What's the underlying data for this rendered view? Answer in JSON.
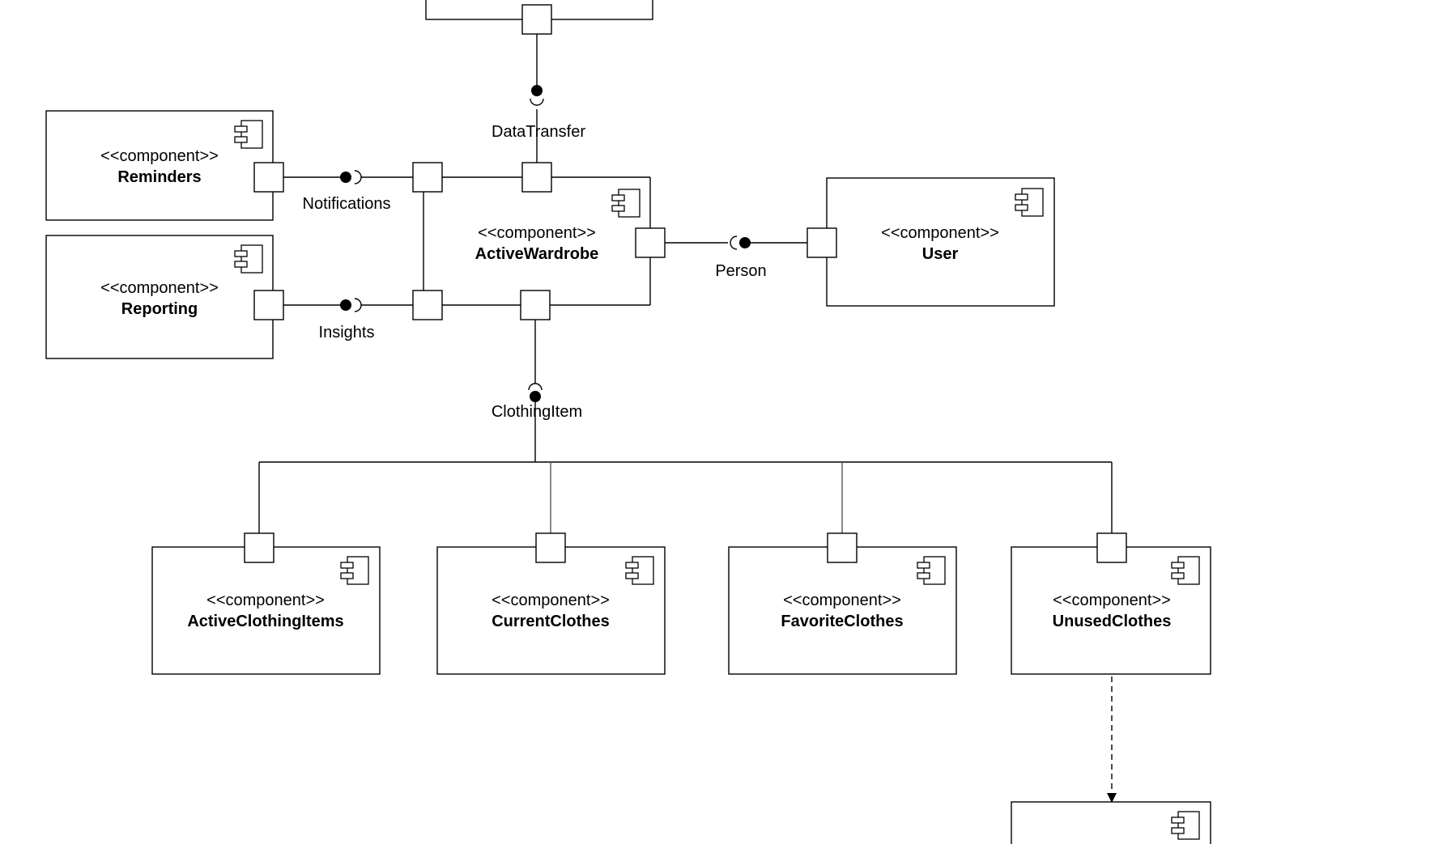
{
  "stereotype": "<<component>>",
  "components": {
    "reminders": "Reminders",
    "reporting": "Reporting",
    "active_wardrobe": "ActiveWardrobe",
    "user": "User",
    "active_clothing_items": "ActiveClothingItems",
    "current_clothes": "CurrentClothes",
    "favorite_clothes": "FavoriteClothes",
    "unused_clothes": "UnusedClothes"
  },
  "interfaces": {
    "data_transfer": "DataTransfer",
    "notifications": "Notifications",
    "insights": "Insights",
    "person": "Person",
    "clothing_item": "ClothingItem"
  }
}
